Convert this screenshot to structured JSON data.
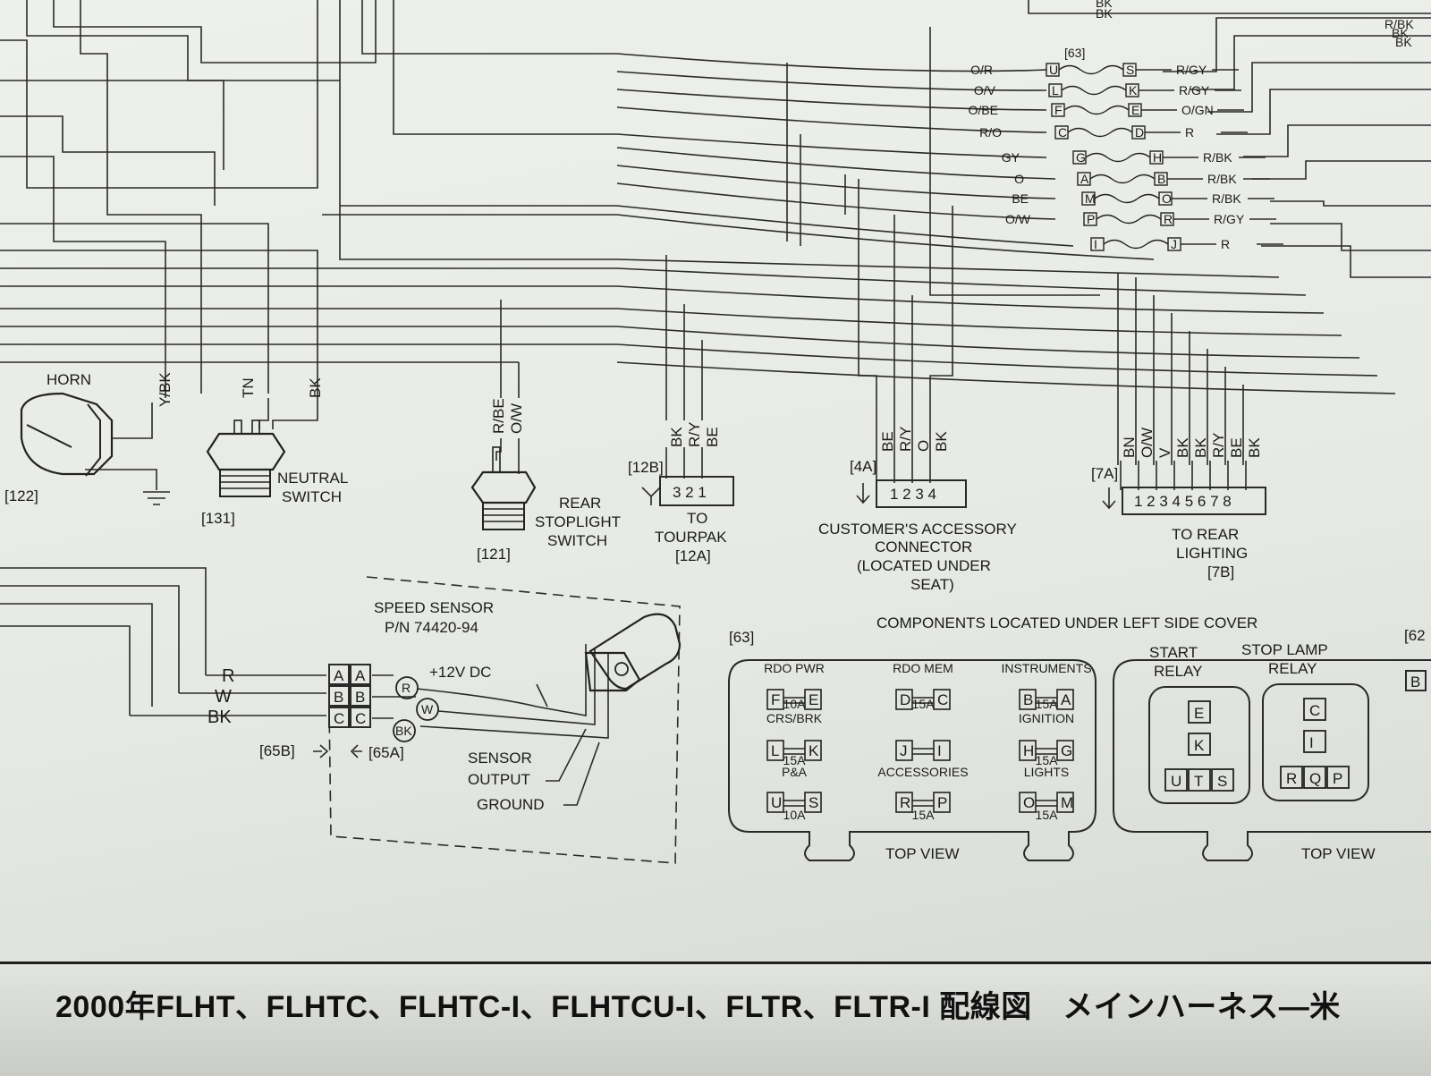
{
  "fuse_panel_right": {
    "ref": "[63]",
    "rows": [
      {
        "left_wire": "O/R",
        "a": "U",
        "b": "S",
        "right_wire": "R/GY"
      },
      {
        "left_wire": "O/V",
        "a": "L",
        "b": "K",
        "right_wire": "R/GY"
      },
      {
        "left_wire": "O/BE",
        "a": "F",
        "b": "E",
        "right_wire": "O/GN"
      },
      {
        "left_wire": "R/O",
        "a": "C",
        "b": "D",
        "right_wire": "R"
      },
      {
        "left_wire": "GY",
        "a": "G",
        "b": "H",
        "right_wire": "R/BK"
      },
      {
        "left_wire": "O",
        "a": "A",
        "b": "B",
        "right_wire": "R/BK"
      },
      {
        "left_wire": "BE",
        "a": "M",
        "b": "O",
        "right_wire": "R/BK"
      },
      {
        "left_wire": "O/W",
        "a": "P",
        "b": "R",
        "right_wire": "R/GY"
      },
      {
        "left_wire": "",
        "a": "I",
        "b": "J",
        "right_wire": "R"
      }
    ],
    "top_labels": [
      "BK",
      "BK"
    ],
    "edge_labels": [
      "R/BK",
      "BK",
      "BK"
    ]
  },
  "horn": {
    "label": "HORN",
    "wire": "Y/BK",
    "ref": "[122]"
  },
  "neutral_switch": {
    "label1": "NEUTRAL",
    "label2": "SWITCH",
    "wires": [
      "TN",
      "BK"
    ],
    "ref": "[131]"
  },
  "rear_stoplight": {
    "label1": "REAR",
    "label2": "STOPLIGHT",
    "label3": "SWITCH",
    "wires": [
      "R/BE",
      "O/W"
    ],
    "ref": "[121]"
  },
  "tourpak": {
    "ref_top": "[12B]",
    "pins": "3 2 1",
    "wires": [
      "BK",
      "R/Y",
      "BE"
    ],
    "label1": "TO",
    "label2": "TOURPAK",
    "ref": "[12A]"
  },
  "accessory": {
    "ref": "[4A]",
    "pins": "1 2 3 4",
    "wires": [
      "BE",
      "R/Y",
      "O",
      "BK"
    ],
    "label1": "CUSTOMER'S ACCESSORY",
    "label2": "CONNECTOR",
    "label3": "(LOCATED UNDER",
    "label4": "SEAT)"
  },
  "rear_lighting": {
    "ref": "[7A]",
    "pins": "1 2 3 4 5 6 7 8",
    "wires": [
      "BN",
      "O/W",
      "V",
      "BK",
      "BK",
      "R/Y",
      "BE",
      "BK"
    ],
    "label1": "TO REAR",
    "label2": "LIGHTING",
    "ref2": "[7B]"
  },
  "speed_sensor": {
    "label1": "SPEED SENSOR",
    "label2": "P/N 74420-94",
    "dc": "+12V DC",
    "wires": [
      "R",
      "W",
      "BK"
    ],
    "pins": [
      "A",
      "B",
      "C"
    ],
    "circles": [
      "R",
      "W",
      "BK"
    ],
    "ref_b": "[65B]",
    "ref_a": "[65A]",
    "out1": "SENSOR",
    "out2": "OUTPUT",
    "ground": "GROUND"
  },
  "components_title": "COMPONENTS LOCATED UNDER LEFT SIDE COVER",
  "fuse_block": {
    "ref": "[63]",
    "fuses": [
      {
        "name": "RDO PWR",
        "a": "F",
        "b": "E",
        "amp": "10A"
      },
      {
        "name": "RDO MEM",
        "a": "D",
        "b": "C",
        "amp": "15A"
      },
      {
        "name": "INSTRUMENTS",
        "a": "B",
        "b": "A",
        "amp": "15A"
      },
      {
        "name": "CRS/BRK",
        "a": "L",
        "b": "K",
        "amp": "15A"
      },
      {
        "name": "",
        "a": "J",
        "b": "I",
        "amp": ""
      },
      {
        "name": "IGNITION",
        "a": "H",
        "b": "G",
        "amp": "15A"
      },
      {
        "name": "P&A",
        "a": "U",
        "b": "S",
        "amp": "10A"
      },
      {
        "name": "ACCESSORIES",
        "a": "R",
        "b": "P",
        "amp": "15A"
      },
      {
        "name": "LIGHTS",
        "a": "O",
        "b": "M",
        "amp": "15A"
      }
    ],
    "view": "TOP VIEW"
  },
  "relays": {
    "start1": "START",
    "start2": "RELAY",
    "stop1": "STOP LAMP",
    "stop2": "RELAY",
    "start_pins": [
      "E",
      "K",
      "U",
      "T",
      "S"
    ],
    "stop_pins": [
      "C",
      "I",
      "R",
      "Q",
      "P"
    ],
    "view": "TOP VIEW",
    "ref_edge": "[62",
    "edge_pin": "B"
  },
  "footer_title": "2000年FLHT、FLHTC、FLHTC-I、FLHTCU-I、FLTR、FLTR-I 配線図　メインハーネス―米"
}
